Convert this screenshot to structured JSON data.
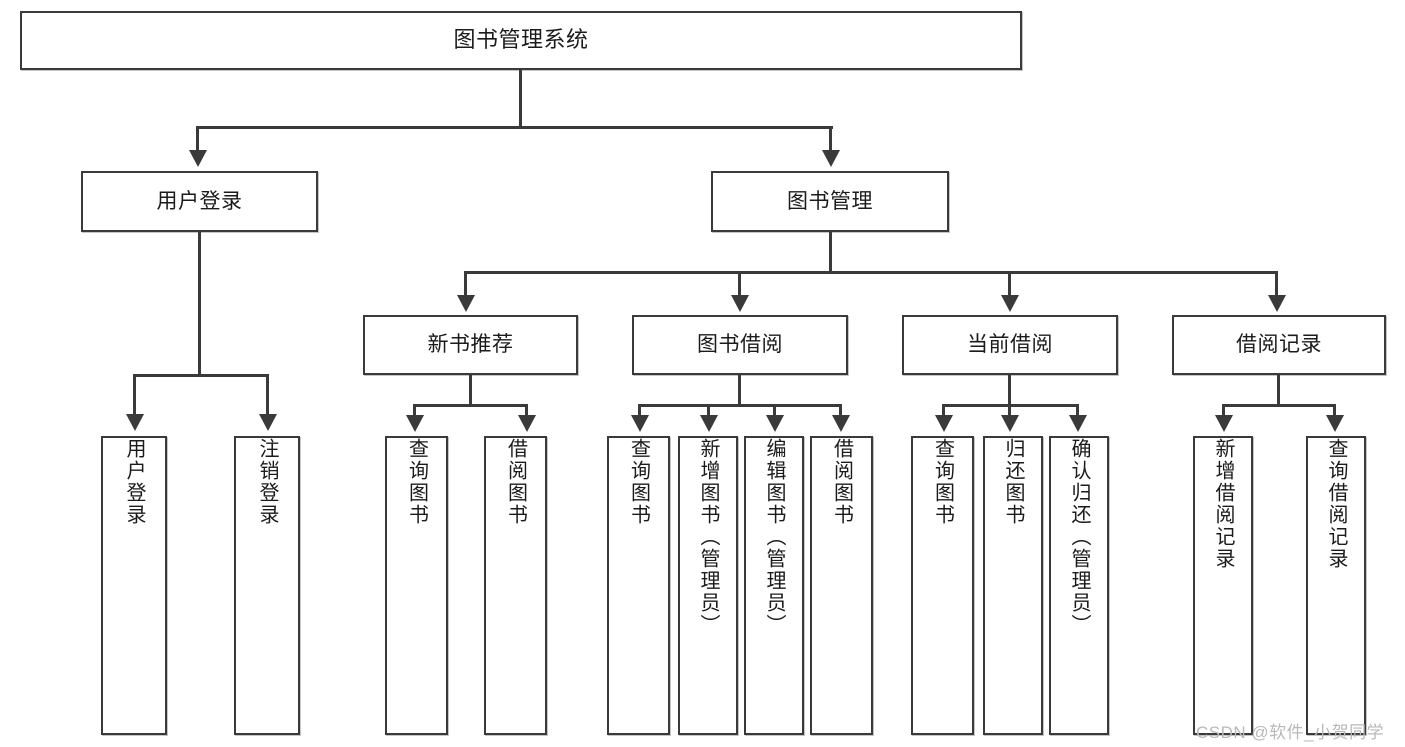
{
  "diagram": {
    "title": "图书管理系统",
    "watermark": "CSDN @软件_小贺同学",
    "line_color": "#3a3a3a",
    "box_fill": "#ffffff",
    "text_color": "#1b1b1b",
    "watermark_color": "#b9b9b9"
  },
  "root": {
    "label": "图书管理系统"
  },
  "level2": [
    {
      "label": "用户登录"
    },
    {
      "label": "图书管理"
    }
  ],
  "level3": [
    {
      "label": "新书推荐"
    },
    {
      "label": "图书借阅"
    },
    {
      "label": "当前借阅"
    },
    {
      "label": "借阅记录"
    }
  ],
  "leaves": {
    "user_login": [
      {
        "label": "用户登录"
      },
      {
        "label": "注销登录"
      }
    ],
    "new_book": [
      {
        "label": "查询图书"
      },
      {
        "label": "借阅图书"
      }
    ],
    "book_borrow": [
      {
        "label": "查询图书"
      },
      {
        "label": "新增图书（管理员）"
      },
      {
        "label": "编辑图书（管理员）"
      },
      {
        "label": "借阅图书"
      }
    ],
    "current_borrow": [
      {
        "label": "查询图书"
      },
      {
        "label": "归还图书"
      },
      {
        "label": "确认归还（管理员）"
      }
    ],
    "borrow_record": [
      {
        "label": "新增借阅记录"
      },
      {
        "label": "查询借阅记录"
      }
    ]
  }
}
